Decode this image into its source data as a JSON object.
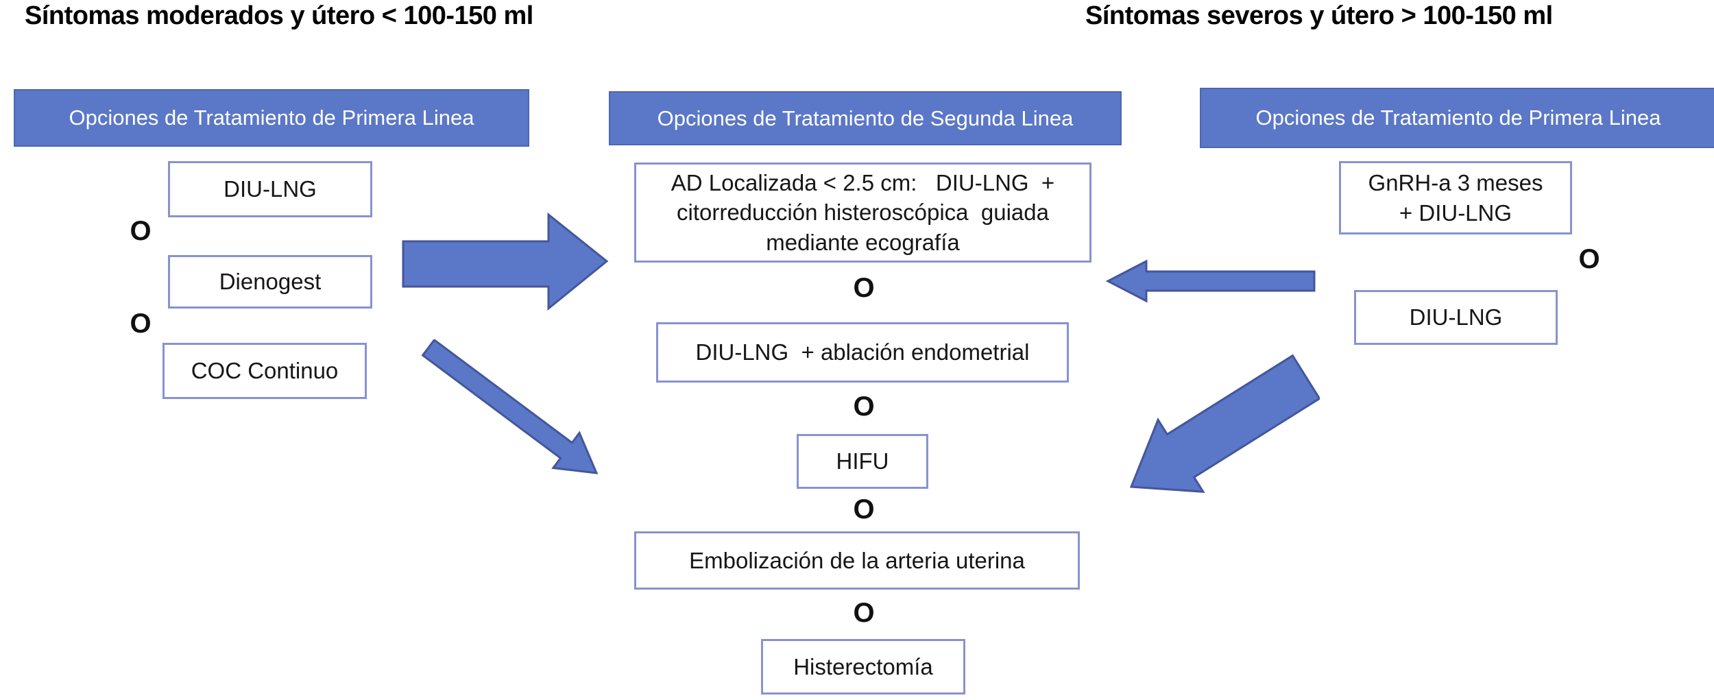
{
  "headings": {
    "left": "Síntomas moderados y útero < 100-150 ml",
    "right": "Síntomas severos y útero > 100-150 ml"
  },
  "columns": {
    "left": {
      "header": "Opciones de Tratamiento de Primera Linea",
      "separator": "O",
      "items": [
        "DIU-LNG",
        "Dienogest",
        "COC Continuo"
      ]
    },
    "center": {
      "header": "Opciones de Tratamiento de Segunda Linea",
      "separator": "O",
      "items": [
        "AD Localizada < 2.5 cm:   DIU-LNG  +\ncitorreducción histeroscópica  guiada\nmediante ecografía",
        "DIU-LNG  + ablación endometrial",
        "HIFU",
        "Embolización de la arteria uterina",
        "Histerectomía"
      ]
    },
    "right": {
      "header": "Opciones de Tratamiento de Primera Linea",
      "separator": "O",
      "items": [
        "GnRH-a 3 meses\n+ DIU-LNG",
        "DIU-LNG"
      ]
    }
  },
  "colors": {
    "bar_fill": "#5b77c7",
    "bar_text": "#ffffff",
    "box_border": "#8793cf",
    "arrow_fill": "#5b77c7",
    "arrow_outline": "#44569b",
    "text": "#111111"
  }
}
